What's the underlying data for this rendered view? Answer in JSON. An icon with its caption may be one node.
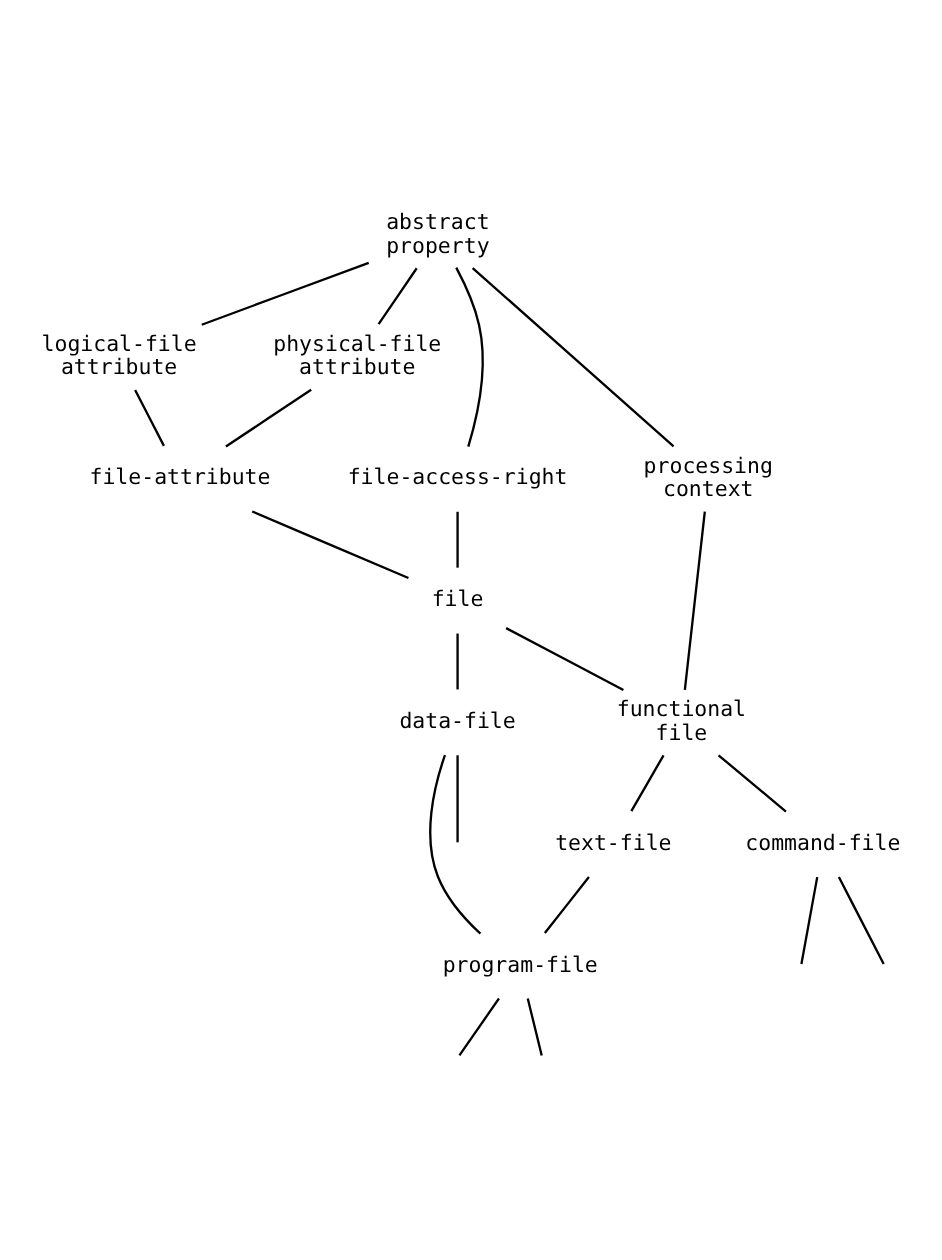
{
  "diagram": {
    "nodes": [
      {
        "text": [
          "abstract property"
        ]
      },
      {
        "text": [
          "logical-file attribute"
        ]
      },
      {
        "text": [
          "physical-file attribute"
        ]
      },
      {
        "text": [
          "file-attribute"
        ]
      },
      {
        "text": [
          "file-access-right"
        ]
      },
      {
        "text": [
          "processing context"
        ]
      },
      {
        "text": [
          "file"
        ]
      },
      {
        "text": [
          "functional file"
        ]
      },
      {
        "text": [
          "data-file"
        ]
      },
      {
        "text": [
          "command-file"
        ]
      },
      {
        "text": [
          "text-file"
        ]
      },
      {
        "text": [
          "program-file"
        ]
      }
    ],
    "edges": [
      {
        "from": 0,
        "to": 1,
        "arrow": "none"
      },
      {
        "from": 0,
        "to": 2,
        "arrow": "none"
      },
      {
        "from": 0,
        "to": 5,
        "arrow": "none"
      },
      {
        "from": 0,
        "to": 4,
        "arrow": "none"
      },
      {
        "from": 1,
        "to": 3,
        "arrow": "none"
      },
      {
        "from": 2,
        "to": 3,
        "arrow": "none"
      },
      {
        "from": 3,
        "to": 6,
        "arrow": "none"
      },
      {
        "from": 4,
        "to": 6,
        "arrow": "none"
      },
      {
        "from": 5,
        "to": 7,
        "arrow": "none"
      },
      {
        "from": 6,
        "to": 7,
        "arrow": "none"
      },
      {
        "from": 6,
        "to": 8,
        "arrow": "none"
      },
      {
        "from": 7,
        "to": 9,
        "arrow": "none"
      },
      {
        "from": 7,
        "to": 10,
        "arrow": "none"
      },
      {
        "from": 10,
        "to": 11,
        "arrow": "none"
      },
      {
        "from": 8,
        "to": 11,
        "arrow": "none"
      },
      {
        "from": 9,
        "to": null,
        "arrow": "none"
      },
      {
        "from": 9,
        "to": null,
        "arrow": "none"
      },
      {
        "from": 11,
        "to": null,
        "arrow": "none"
      },
      {
        "from": 11,
        "to": null,
        "arrow": "none"
      },
      {
        "from": 8,
        "to": null,
        "arrow": "none"
      }
    ]
  }
}
